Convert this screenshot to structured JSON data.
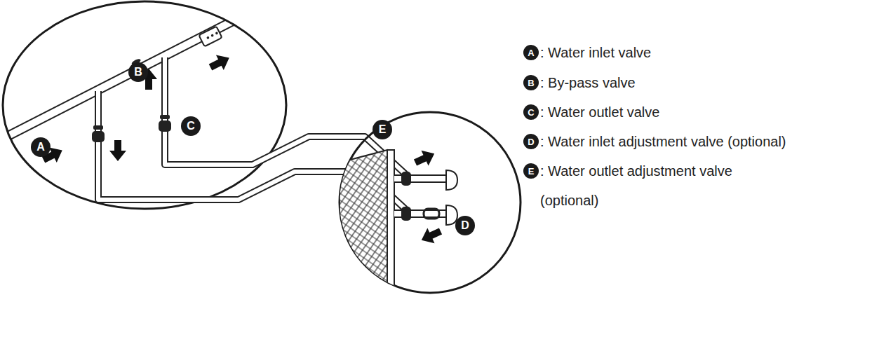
{
  "diagram": {
    "nodes": [
      {
        "text": [
          "B"
        ]
      },
      {
        "text": [
          "C"
        ]
      },
      {
        "text": [
          "A"
        ]
      },
      {
        "text": [
          "E"
        ]
      },
      {
        "text": [
          "D"
        ]
      },
      {
        "text": [
          "A"
        ]
      },
      {
        "text": [
          "B"
        ]
      },
      {
        "text": [
          "C"
        ]
      },
      {
        "text": [
          "D"
        ]
      },
      {
        "text": [
          "E"
        ]
      }
    ],
    "labels": [
      ": Water inlet valve",
      ": By-pass valve",
      ": Water outlet valve",
      ": Water inlet adjustment valve (optional)",
      ": Water outlet adjustment valve (optional)"
    ]
  }
}
